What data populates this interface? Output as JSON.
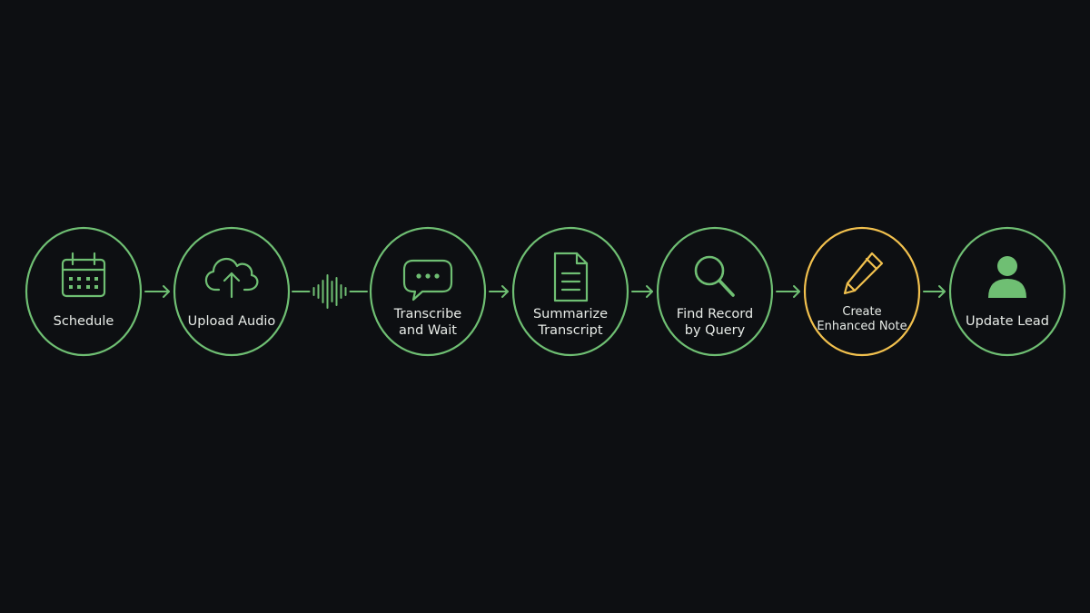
{
  "colors": {
    "background": "#0d0f12",
    "accent": "#6fbf73",
    "highlight": "#f2c14e",
    "text": "#e8ece8"
  },
  "nodes": [
    {
      "id": "schedule",
      "icon": "calendar-icon",
      "lines": [
        "Schedule"
      ],
      "highlighted": false
    },
    {
      "id": "upload-audio",
      "icon": "cloud-upload-icon",
      "lines": [
        "Upload Audio"
      ],
      "highlighted": false
    },
    {
      "id": "transcribe",
      "icon": "chat-bubble-icon",
      "lines": [
        "Transcribe",
        "and Wait"
      ],
      "highlighted": false
    },
    {
      "id": "summarize",
      "icon": "document-icon",
      "lines": [
        "Summarize",
        "Transcript"
      ],
      "highlighted": false
    },
    {
      "id": "find-record",
      "icon": "search-icon",
      "lines": [
        "Find Record",
        "by Query"
      ],
      "highlighted": false
    },
    {
      "id": "create-note",
      "icon": "pencil-icon",
      "lines": [
        "Create",
        "Enhanced Note"
      ],
      "highlighted": true
    },
    {
      "id": "update-lead",
      "icon": "user-icon",
      "lines": [
        "Update Lead"
      ],
      "highlighted": false
    }
  ],
  "connectors": [
    {
      "from": "schedule",
      "to": "upload-audio",
      "style": "arrow"
    },
    {
      "from": "upload-audio",
      "to": "transcribe",
      "style": "waveform"
    },
    {
      "from": "transcribe",
      "to": "summarize",
      "style": "arrow"
    },
    {
      "from": "summarize",
      "to": "find-record",
      "style": "arrow"
    },
    {
      "from": "find-record",
      "to": "create-note",
      "style": "arrow"
    },
    {
      "from": "create-note",
      "to": "update-lead",
      "style": "arrow"
    }
  ]
}
